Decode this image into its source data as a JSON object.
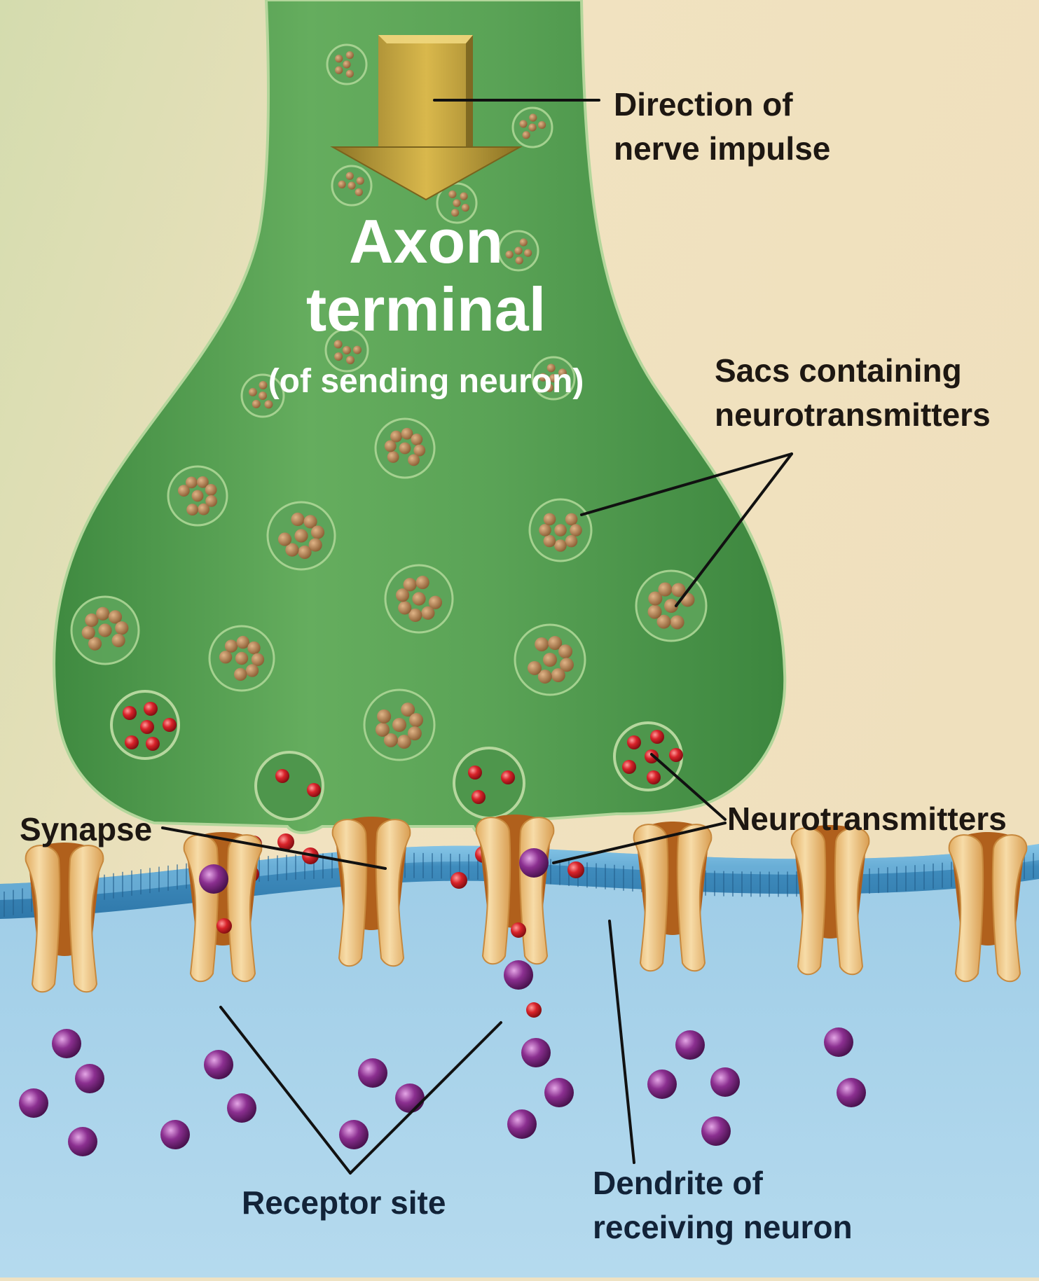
{
  "labels": {
    "direction": [
      "Direction of",
      "nerve impulse"
    ],
    "axon_title": [
      "Axon",
      "terminal"
    ],
    "axon_sub": "(of sending neuron)",
    "sacs": [
      "Sacs containing",
      "neurotransmitters"
    ],
    "synapse": "Synapse",
    "neurotransmitters": "Neurotransmitters",
    "receptor_site": "Receptor site",
    "dendrite": [
      "Dendrite of",
      "receiving neuron"
    ]
  },
  "colors": {
    "background_left": "#d6ddb1",
    "background_right": "#f3e4c3",
    "axon_green": "#4f9a4f",
    "axon_outline": "#b6d79e",
    "sac_particle": "#a87a4c",
    "neurotransmitter_red": "#d8232a",
    "molecule_purple": "#8a2f8e",
    "membrane_blue": "#3e88b8",
    "dendrite_interior": "#a9d3ea",
    "receptor_tan": "#f0c889",
    "receptor_dark": "#b0601c",
    "impulse_arrow": "#c9a53a"
  }
}
